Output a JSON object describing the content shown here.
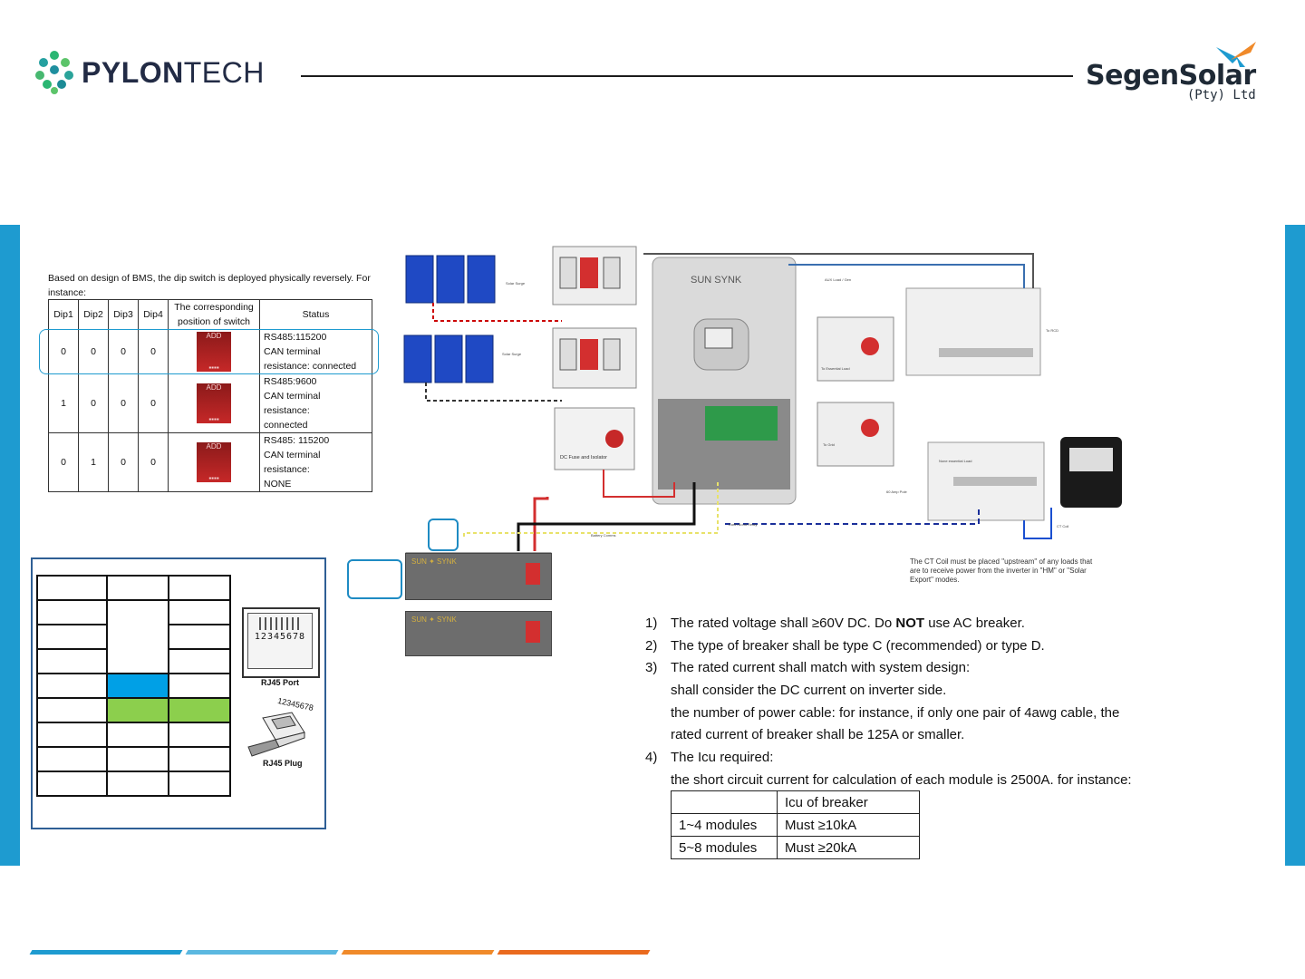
{
  "header": {
    "left_logo": {
      "bold": "PYLON",
      "light": "TECH"
    },
    "right_logo": {
      "brand": "SegenSolar",
      "sub": "(Pty) Ltd"
    }
  },
  "dip_switch": {
    "caption": "Based on design of BMS, the dip switch is deployed physically reversely. For instance:",
    "headers": [
      "Dip1",
      "Dip2",
      "Dip3",
      "Dip4",
      "The corresponding position of switch",
      "Status"
    ],
    "switch_label": "ADD",
    "rows": [
      {
        "d1": "0",
        "d2": "0",
        "d3": "0",
        "d4": "0",
        "status": [
          "RS485:115200",
          "CAN terminal",
          "resistance: connected"
        ]
      },
      {
        "d1": "1",
        "d2": "0",
        "d3": "0",
        "d4": "0",
        "status": [
          "RS485:9600",
          "CAN terminal resistance:",
          "connected"
        ]
      },
      {
        "d1": "0",
        "d2": "1",
        "d3": "0",
        "d4": "0",
        "status": [
          "RS485: 115200",
          "CAN terminal resistance:",
          "NONE"
        ]
      }
    ]
  },
  "rj45": {
    "port_digits": "12345678",
    "port_label": "RJ45 Port",
    "plug_digits": "12345678",
    "plug_label": "RJ45 Plug",
    "cell_colors": {
      "blue": "#00a0e6",
      "green": "#8ccf4d"
    }
  },
  "diagram": {
    "inverter_brand": "SUN SYNK",
    "labels": {
      "surge1": "Solar Surge Protector and Fuse",
      "surge2": "Solar Surge Protector and Fuse",
      "dc_fuse": "DC Fuse and Isolator",
      "aux": "AUX Load / Gen",
      "essential": "To Essential Load",
      "to_grid": "To Grid",
      "to_rcd": "To RCD",
      "non_essential": "None essential Load",
      "battery": "Battery Comms",
      "earth": "Earth Bond Relay",
      "ct": "CT Coil",
      "pole": "60 Amp Pole"
    },
    "ct_note": "The CT Coil must be placed \"upstream\" of any loads that are to receive power from the inverter in \"HM\" or \"Solar Export\" modes."
  },
  "notes": {
    "items": [
      {
        "num": "1)",
        "pre": "The rated voltage shall ≥60V DC. Do ",
        "bold": "NOT",
        "post": " use AC breaker."
      },
      {
        "num": "2)",
        "pre": "The type of breaker shall be type C (recommended) or type D.",
        "bold": "",
        "post": ""
      },
      {
        "num": "3)",
        "pre": "The rated current shall match with system design:",
        "bold": "",
        "post": ""
      },
      {
        "num": "",
        "pre": "shall consider the DC current on inverter side.",
        "bold": "",
        "post": ""
      },
      {
        "num": "",
        "pre": "the number of power cable: for instance, if only one pair of 4awg cable, the",
        "bold": "",
        "post": ""
      },
      {
        "num": "",
        "pre": "rated current of breaker shall be 125A or smaller.",
        "bold": "",
        "post": ""
      },
      {
        "num": "4)",
        "pre": "The Icu required:",
        "bold": "",
        "post": ""
      },
      {
        "num": "",
        "pre": "the short circuit current for calculation of each module is 2500A. for instance:",
        "bold": "",
        "post": ""
      }
    ],
    "icu_table": {
      "header": [
        "",
        "Icu of breaker"
      ],
      "rows": [
        [
          "1~4 modules",
          "Must ≥10kA"
        ],
        [
          "5~8 modules",
          "Must ≥20kA"
        ]
      ]
    }
  },
  "footer": {
    "bar_colors": [
      "#1e9bd0",
      "#5bb8e0",
      "#f08a2a",
      "#ea6a1e"
    ]
  }
}
